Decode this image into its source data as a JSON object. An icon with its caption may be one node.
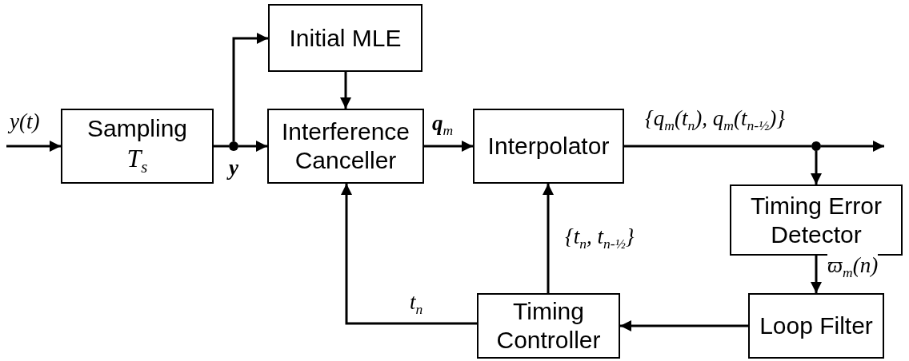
{
  "diagram": {
    "nodes": [
      {
        "text": [
          "Sampling",
          "*T*$_{s}$"
        ]
      },
      {
        "text": [
          "Initial MLE"
        ]
      },
      {
        "text": [
          "Interference Canceller"
        ]
      },
      {
        "text": [
          "Interpolator"
        ]
      },
      {
        "text": [
          "Timing Error Detector"
        ]
      },
      {
        "text": [
          "Loop Filter"
        ]
      },
      {
        "text": [
          "Timing Controller"
        ]
      },
      {
        "text": [],
        "shape": "circle"
      },
      {
        "text": [],
        "shape": "circle"
      }
    ],
    "edges": [
      {
        "from": null,
        "to": 0,
        "arrow": "to",
        "label": "y(t)"
      },
      {
        "from": 0,
        "to": 7,
        "arrow": "none"
      },
      {
        "from": 7,
        "to": 1,
        "arrow": "to"
      },
      {
        "from": 7,
        "to": 2,
        "arrow": "to",
        "label": "**y**"
      },
      {
        "from": 1,
        "to": 2,
        "arrow": "to"
      },
      {
        "from": 2,
        "to": 3,
        "arrow": "to",
        "label": "**q**$_{m}$"
      },
      {
        "from": 3,
        "to": 8,
        "arrow": "none",
        "label": "{q$_{m}$(t$_{n}$), q$_{m}$(t$_{n-½}$)}"
      },
      {
        "from": 8,
        "to": null,
        "arrow": "to"
      },
      {
        "from": 8,
        "to": 4,
        "arrow": "to"
      },
      {
        "from": 4,
        "to": 5,
        "arrow": "to",
        "label": "ϖ$_{m}$(n)"
      },
      {
        "from": 5,
        "to": 6,
        "arrow": "to"
      },
      {
        "from": 6,
        "to": 3,
        "arrow": "to",
        "label": "{t$_{n}$, t$_{n-½}$}"
      },
      {
        "from": 6,
        "to": 2,
        "arrow": "to",
        "label": "t$_{n}$"
      }
    ]
  }
}
